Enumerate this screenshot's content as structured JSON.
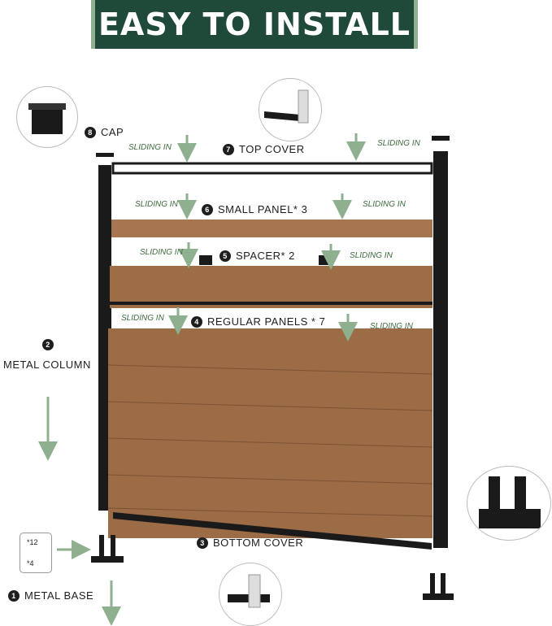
{
  "banner": {
    "title": "EASY TO INSTALL"
  },
  "labels": {
    "cap": {
      "num": "8",
      "text": "CAP"
    },
    "top_cover": {
      "num": "7",
      "text": "TOP COVER"
    },
    "small_panel": {
      "num": "6",
      "text": "SMALL PANEL* 3"
    },
    "spacer": {
      "num": "5",
      "text": "SPACER* 2"
    },
    "regular_panels": {
      "num": "4",
      "text": "REGULAR PANELS * 7"
    },
    "metal_column": {
      "num": "2",
      "text": "METAL COLUMN"
    },
    "bottom_cover": {
      "num": "3",
      "text": "BOTTOM COVER"
    },
    "metal_base": {
      "num": "1",
      "text": "METAL BASE"
    }
  },
  "sliding": "SLIDING IN",
  "screws": {
    "a": "*12",
    "b": "*4"
  },
  "colors": {
    "banner": "#1f4a3a",
    "arrow": "#8fb08f",
    "wood": "#9a6a44",
    "metal": "#1a1a1a"
  }
}
